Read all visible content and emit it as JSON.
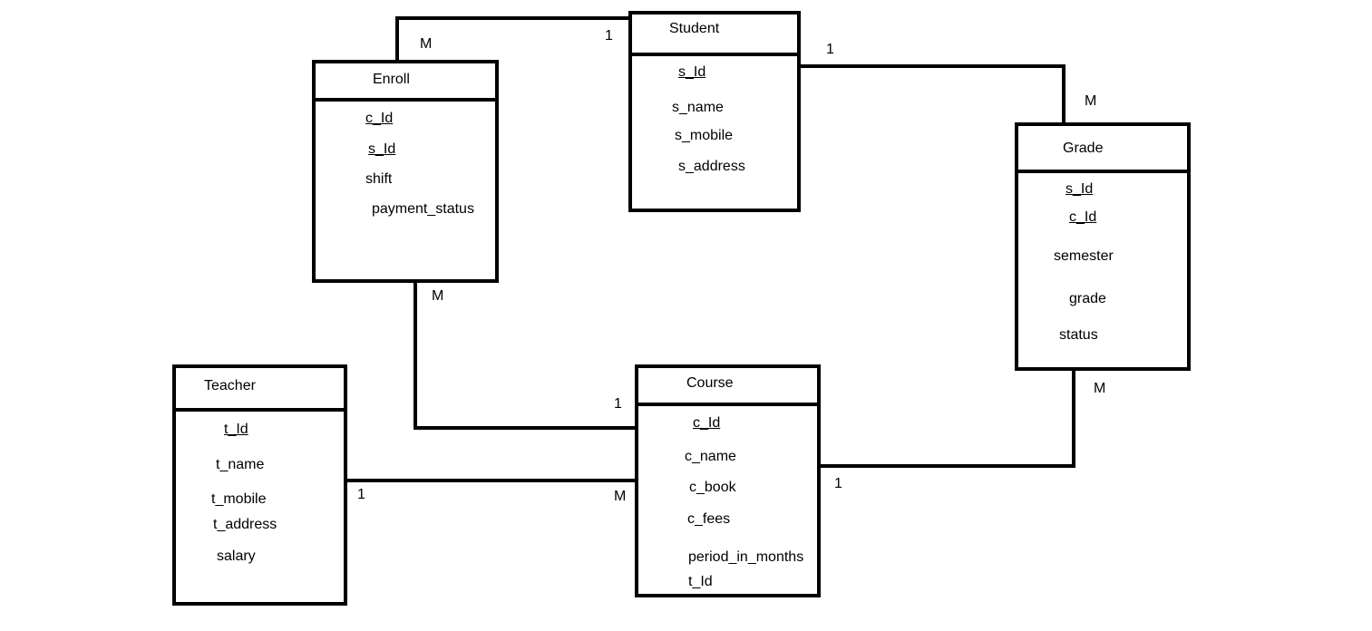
{
  "entities": {
    "student": {
      "title": "Student",
      "attributes": [
        {
          "name": "s_Id",
          "key": true
        },
        {
          "name": "s_name",
          "key": false
        },
        {
          "name": "s_mobile",
          "key": false
        },
        {
          "name": "s_address",
          "key": false
        }
      ]
    },
    "enroll": {
      "title": "Enroll",
      "attributes": [
        {
          "name": "c_Id",
          "key": true
        },
        {
          "name": "s_Id",
          "key": true
        },
        {
          "name": "shift",
          "key": false
        },
        {
          "name": "payment_status",
          "key": false
        }
      ]
    },
    "grade": {
      "title": "Grade",
      "attributes": [
        {
          "name": "s_Id",
          "key": true
        },
        {
          "name": "c_Id",
          "key": true
        },
        {
          "name": "semester",
          "key": false
        },
        {
          "name": "grade",
          "key": false
        },
        {
          "name": "status",
          "key": false
        }
      ]
    },
    "teacher": {
      "title": "Teacher",
      "attributes": [
        {
          "name": "t_Id",
          "key": true
        },
        {
          "name": "t_name",
          "key": false
        },
        {
          "name": "t_mobile",
          "key": false
        },
        {
          "name": "t_address",
          "key": false
        },
        {
          "name": "salary",
          "key": false
        }
      ]
    },
    "course": {
      "title": "Course",
      "attributes": [
        {
          "name": "c_Id",
          "key": true
        },
        {
          "name": "c_name",
          "key": false
        },
        {
          "name": "c_book",
          "key": false
        },
        {
          "name": "c_fees",
          "key": false
        },
        {
          "name": "period_in_months",
          "key": false
        },
        {
          "name": "t_Id",
          "key": false
        }
      ]
    }
  },
  "relationships": [
    {
      "id": "enroll-student",
      "from": "enroll",
      "to": "student",
      "from_card": "M",
      "to_card": "1"
    },
    {
      "id": "student-grade",
      "from": "student",
      "to": "grade",
      "from_card": "1",
      "to_card": "M"
    },
    {
      "id": "enroll-course",
      "from": "enroll",
      "to": "course",
      "from_card": "M",
      "to_card": "1"
    },
    {
      "id": "course-grade",
      "from": "course",
      "to": "grade",
      "from_card": "1",
      "to_card": "M"
    },
    {
      "id": "teacher-course",
      "from": "teacher",
      "to": "course",
      "from_card": "1",
      "to_card": "M"
    }
  ]
}
